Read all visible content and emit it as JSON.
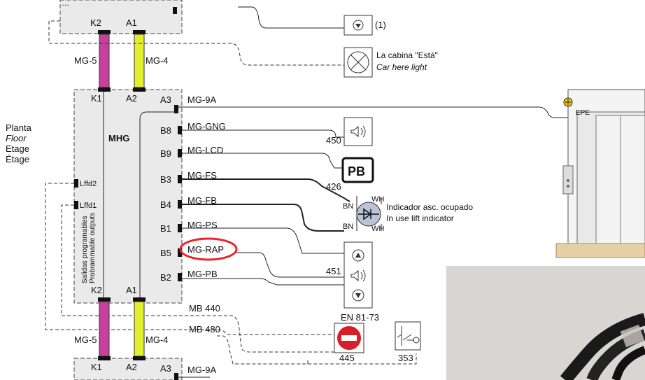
{
  "floor_label": {
    "es": "Planta",
    "en": "Floor",
    "fr": "Etage",
    "fr2": "Étage"
  },
  "module": {
    "name": "MHG",
    "side_label_es": "Salidas programables",
    "side_label_en": "Probrammable outputs",
    "top_terminals": [
      "K2",
      "A1"
    ],
    "row1_terminals": [
      "K1",
      "A2",
      "A3"
    ],
    "bottom_terminals": [
      "K2",
      "A1"
    ],
    "row_last_terminals": [
      "K1",
      "A2",
      "A3"
    ],
    "left_terminals": [
      "Lffd2",
      "Lffd1"
    ],
    "right_terminals": [
      "B8",
      "B9",
      "B3",
      "B4",
      "B1",
      "B5",
      "B2"
    ]
  },
  "cables": {
    "mg5_top": "MG-5",
    "mg4_top": "MG-4",
    "mg5_bottom": "MG-5",
    "mg4_bottom": "MG-4",
    "top_partial": "…"
  },
  "signals": [
    "MG-9A",
    "MG-GNG",
    "MG-LCD",
    "MG-FS",
    "MG-FB",
    "MG-PS",
    "MG-RAP",
    "MG-PB"
  ],
  "bus": [
    "MB 440",
    "MB 480"
  ],
  "bottom_signal": "MG-9A",
  "devices": {
    "d1_note": "(1)",
    "car_light": {
      "es": "La cabina \"Está\"",
      "en": "Car here light"
    },
    "gong_num": "450",
    "pb": {
      "label": "PB",
      "num": "426"
    },
    "in_use": {
      "es": "Indicador  asc. ocupado",
      "en": "In use lift indicator"
    },
    "wire_wh_top": "WH",
    "wire_bn_top": "BN",
    "wire_bn_bottom": "BN",
    "wire_wh_bottom": "WH",
    "call_num": "451",
    "standard": "EN 81-73",
    "stop_num": "445",
    "key_num": "353"
  },
  "lift": {
    "label": "EPE"
  },
  "highlight": {
    "label": "MG-RAP",
    "color": "#e8252d"
  },
  "colors": {
    "magenta": "#c6419c",
    "yellow": "#e3ef2a",
    "module_fill": "#eaeaea"
  }
}
